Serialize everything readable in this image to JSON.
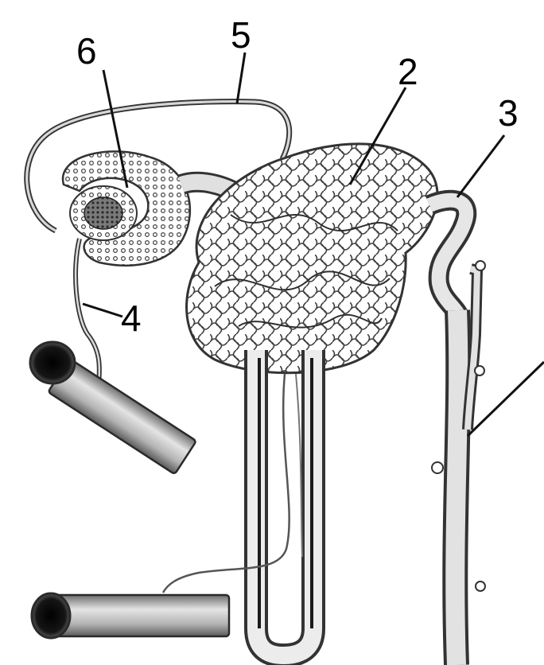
{
  "labels": {
    "l1": "6",
    "l2": "5",
    "l3": "2",
    "l4": "3",
    "l5": "4"
  },
  "colors": {
    "ink": "#3a3a3a",
    "tube_fill": "#d6d6d6",
    "tube_shade": "#9a9a9a",
    "vessel_dark": "#1e1e1e",
    "background": "#ffffff"
  }
}
